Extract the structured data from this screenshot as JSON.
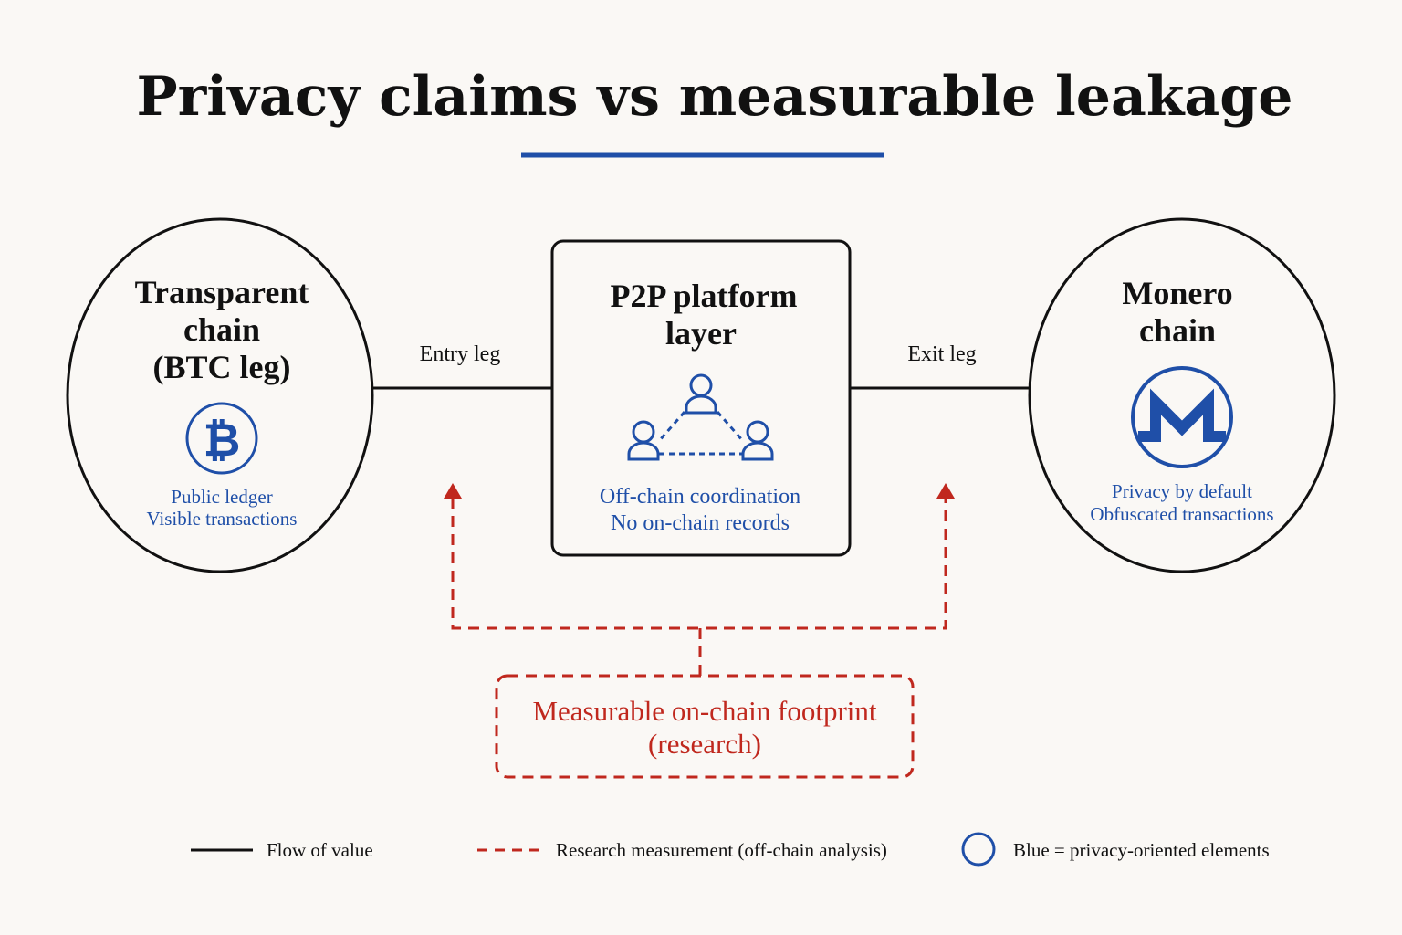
{
  "title": "Privacy claims vs measurable leakage",
  "colors": {
    "accent_blue": "#1f4fa8",
    "research_red": "#c0281e",
    "ink": "#111111",
    "background": "#faf8f5"
  },
  "nodes": {
    "transparent_chain": {
      "title_lines": [
        "Transparent",
        "chain",
        "(BTC leg)"
      ],
      "icon": "bitcoin-icon",
      "notes": [
        "Public ledger",
        "Visible transactions"
      ]
    },
    "p2p_platform": {
      "title_lines": [
        "P2P platform",
        "layer"
      ],
      "icon": "peer-network-icon",
      "notes": [
        "Off-chain coordination",
        "No on-chain records"
      ]
    },
    "monero_chain": {
      "title_lines": [
        "Monero",
        "chain"
      ],
      "icon": "monero-icon",
      "notes": [
        "Privacy by default",
        "Obfuscated transactions"
      ]
    }
  },
  "edges": {
    "entry_leg": "Entry leg",
    "exit_leg": "Exit leg"
  },
  "research_box": {
    "lines": [
      "Measurable on-chain footprint",
      "(research)"
    ]
  },
  "legend": {
    "flow": "Flow of value",
    "research": "Research measurement (off-chain analysis)",
    "blue": "Blue = privacy-oriented elements"
  }
}
